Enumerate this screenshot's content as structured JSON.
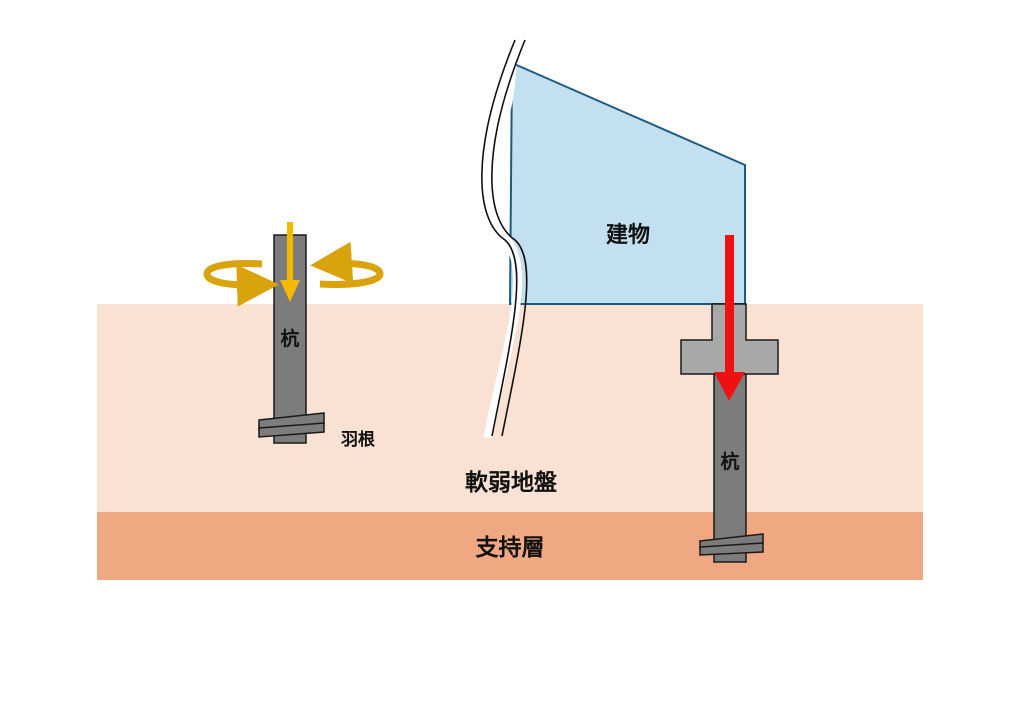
{
  "labels": {
    "building": "建物",
    "pile_left": "杭",
    "pile_right": "杭",
    "blade": "羽根",
    "soft_ground": "軟弱地盤",
    "bearing_layer": "支持層"
  },
  "colors": {
    "background": "#ffffff",
    "soft_ground": "#f9e1d3",
    "bearing_layer": "#f0a882",
    "building_fill": "#c2e0f0",
    "building_stroke": "#1d5b80",
    "pile": "#7c7c7c",
    "pile_stroke": "#1a1a1a",
    "footing": "#a8a8a8",
    "rotation_arrow": "#d9a30e",
    "press_arrow": "#f5b800",
    "load_arrow": "#ee1111"
  }
}
